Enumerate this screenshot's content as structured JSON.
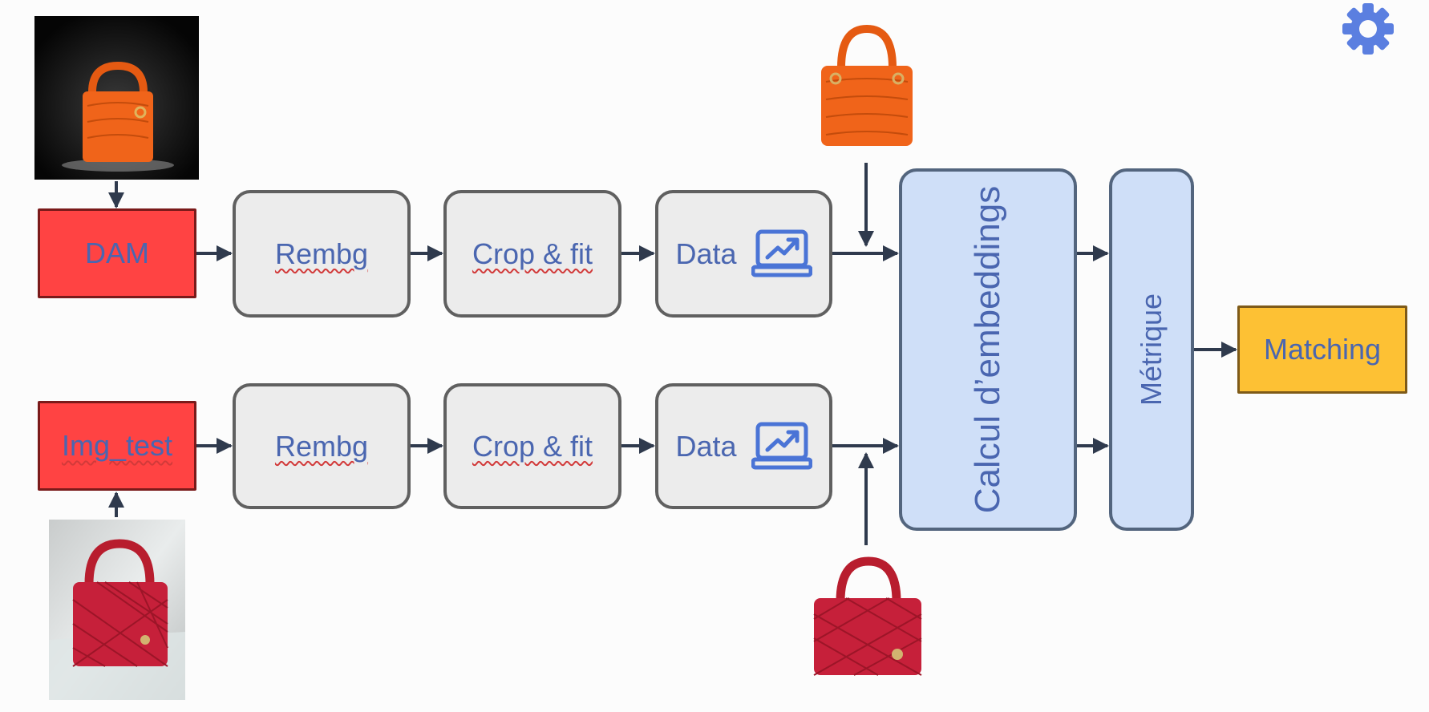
{
  "flow": {
    "top": {
      "source": "DAM",
      "rembg": "Rembg",
      "crop": "Crop & fit",
      "data": "Data"
    },
    "bottom": {
      "source": "Img_test",
      "rembg": "Rembg",
      "crop": "Crop & fit",
      "data": "Data"
    },
    "embeddings": "Calcul d’embeddings",
    "metric": "Métrique",
    "output": "Matching"
  },
  "colors": {
    "source_fill": "#ff4343",
    "step_fill": "#ececec",
    "embedding_fill": "#cfdff8",
    "output_fill": "#fdc134",
    "text": "#4a66b0",
    "arrow": "#2f3a4d",
    "icon": "#4a74d6"
  },
  "icons": {
    "gear": "gear-icon",
    "data": "laptop-chart-icon"
  }
}
